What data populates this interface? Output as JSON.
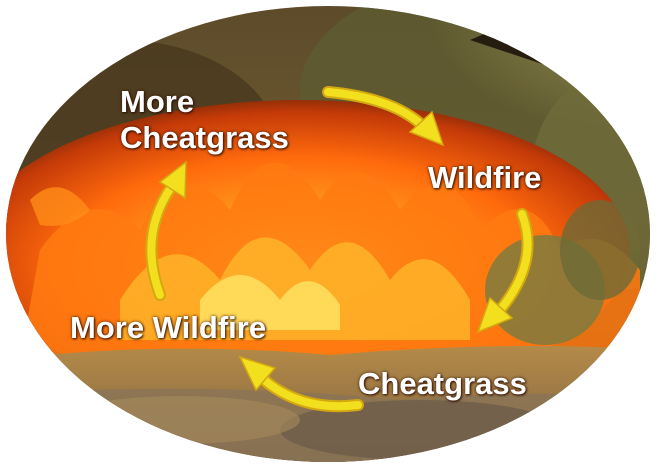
{
  "cycle": {
    "nodes": [
      {
        "line1": "More",
        "line2": "Cheatgrass"
      },
      {
        "label": "Wildfire"
      },
      {
        "label": "Cheatgrass"
      },
      {
        "label": "More Wildfire"
      }
    ]
  },
  "colors": {
    "arrow": "#f2df1e",
    "arrow_shade": "#d4a80f",
    "label_text": "#ffffff",
    "fire_core": "#ffe14a",
    "fire_mid": "#ff7a10",
    "fire_outer": "#c43a08",
    "vegetation": "#7f7a3e",
    "sky_dark": "#3b2a16"
  }
}
